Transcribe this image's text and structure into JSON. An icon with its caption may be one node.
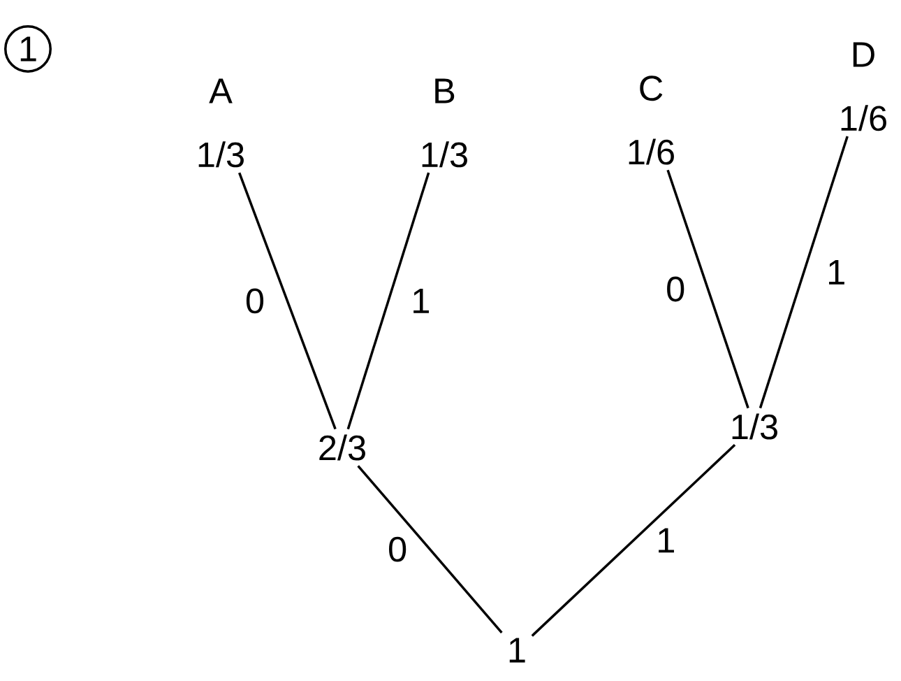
{
  "diagram": {
    "nodes": [
      {
        "text": [
          "A",
          "1/3"
        ]
      },
      {
        "text": [
          "B",
          "1/3"
        ]
      },
      {
        "text": [
          "C",
          "1/6"
        ]
      },
      {
        "text": [
          "D",
          "1/6"
        ]
      },
      {
        "text": [
          "2/3"
        ]
      },
      {
        "text": [
          "1/3"
        ]
      },
      {
        "text": [
          "1"
        ]
      }
    ],
    "edges": [
      {
        "from": 4,
        "to": 0,
        "arrow": "none",
        "label": "0"
      },
      {
        "from": 4,
        "to": 1,
        "arrow": "none",
        "label": "1"
      },
      {
        "from": 5,
        "to": 2,
        "arrow": "none",
        "label": "0"
      },
      {
        "from": 5,
        "to": 3,
        "arrow": "none",
        "label": "1"
      },
      {
        "from": 6,
        "to": 4,
        "arrow": "none",
        "label": "0"
      },
      {
        "from": 6,
        "to": 5,
        "arrow": "none",
        "label": "1"
      }
    ],
    "labels": [
      "1"
    ]
  }
}
